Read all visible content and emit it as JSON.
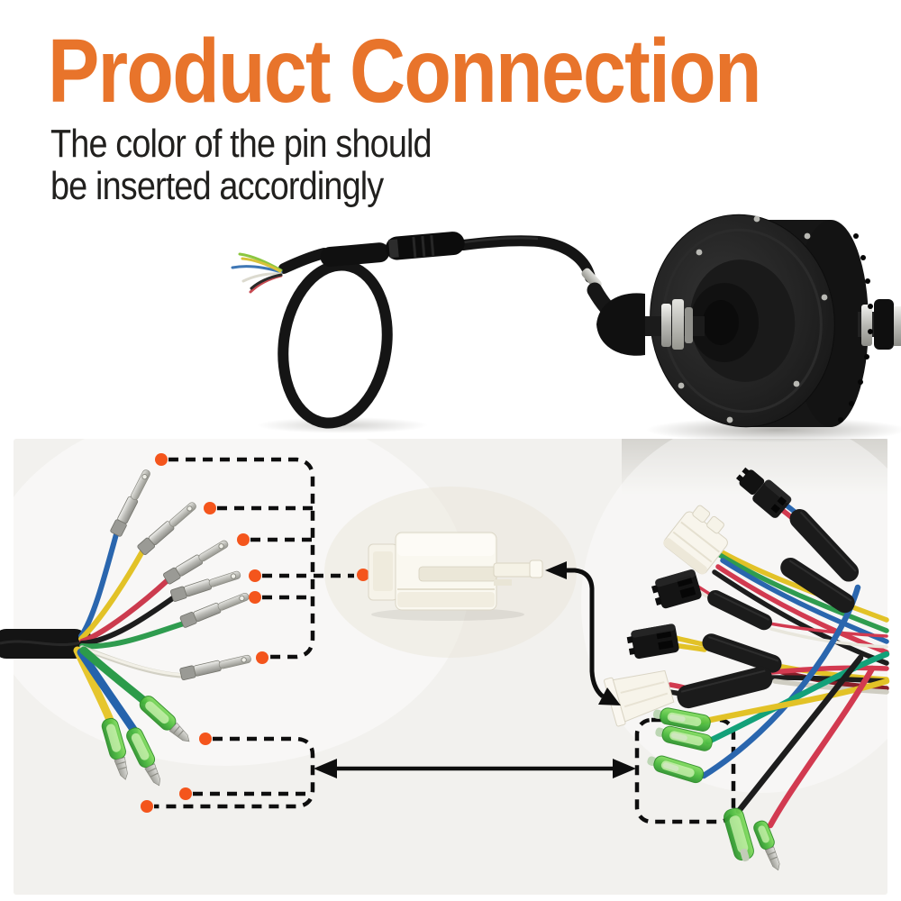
{
  "header": {
    "title": "Product Connection",
    "subtitle_line1": "The color of the pin should",
    "subtitle_line2": "be inserted accordingly"
  },
  "colors": {
    "title_orange": "#E8742B",
    "subtitle_text": "#21201E",
    "panel_background": "#F2F1EE",
    "annotation_dot_orange": "#F4551C",
    "annotation_line_black": "#0E0E0E",
    "terminal_green": "#4CBB3E",
    "connector_white": "#FAF8F0"
  },
  "diagram": {
    "left_harness": {
      "name": "motor-cable-pigtail",
      "pin_wire_colors": [
        "blue",
        "yellow",
        "red",
        "black",
        "green",
        "white"
      ],
      "bullet_wire_colors": [
        "yellow",
        "blue",
        "green"
      ]
    },
    "middle_connector": {
      "name": "white-multi-pin-connector"
    },
    "right_harness": {
      "name": "controller-harness",
      "bullet_wire_colors": [
        "yellow",
        "green",
        "blue"
      ]
    },
    "annotations": [
      "pin-group-dashed-bracket",
      "connector-dashed-pointer",
      "connector-mating-curved-arrow",
      "bullet-terminal-double-arrow",
      "bullet-group-dashed-boxes"
    ]
  },
  "photo": {
    "name": "hub-motor-with-main-cable"
  }
}
